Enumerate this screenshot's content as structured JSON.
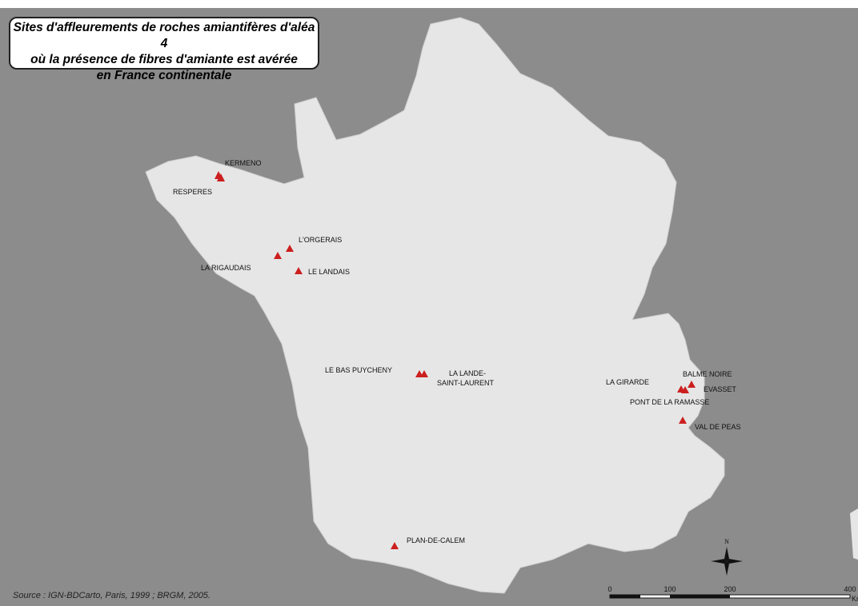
{
  "title": {
    "line1": "Sites d'affleurements de roches amiantifères d'aléa 4",
    "line2": "où la présence de fibres d'amiante est avérée",
    "line3": "en France continentale"
  },
  "source": "Source : IGN-BDCarto, Paris, 1999 ; BRGM, 2005.",
  "compass": {
    "north_label": "N"
  },
  "scale_bar": {
    "ticks": [
      "0",
      "100",
      "200",
      "400"
    ],
    "unit": "Km"
  },
  "colors": {
    "background": "#8c8c8c",
    "land": "#e6e6e6",
    "marker": "#cc1f1f"
  },
  "sites": [
    {
      "name": "KERMENO"
    },
    {
      "name": "RESPERES"
    },
    {
      "name": "L'ORGERAIS"
    },
    {
      "name": "LA RIGAUDAIS"
    },
    {
      "name": "LE LANDAIS"
    },
    {
      "name": "LE BAS PUYCHENY"
    },
    {
      "name": "LA LANDE-",
      "name2": "SAINT-LAURENT"
    },
    {
      "name": "LA GIRARDE"
    },
    {
      "name": "BALME NOIRE"
    },
    {
      "name": "EVASSET"
    },
    {
      "name": "PONT DE LA RAMASSE"
    },
    {
      "name": "VAL DE PEAS"
    },
    {
      "name": "PLAN-DE-CALEM"
    }
  ]
}
